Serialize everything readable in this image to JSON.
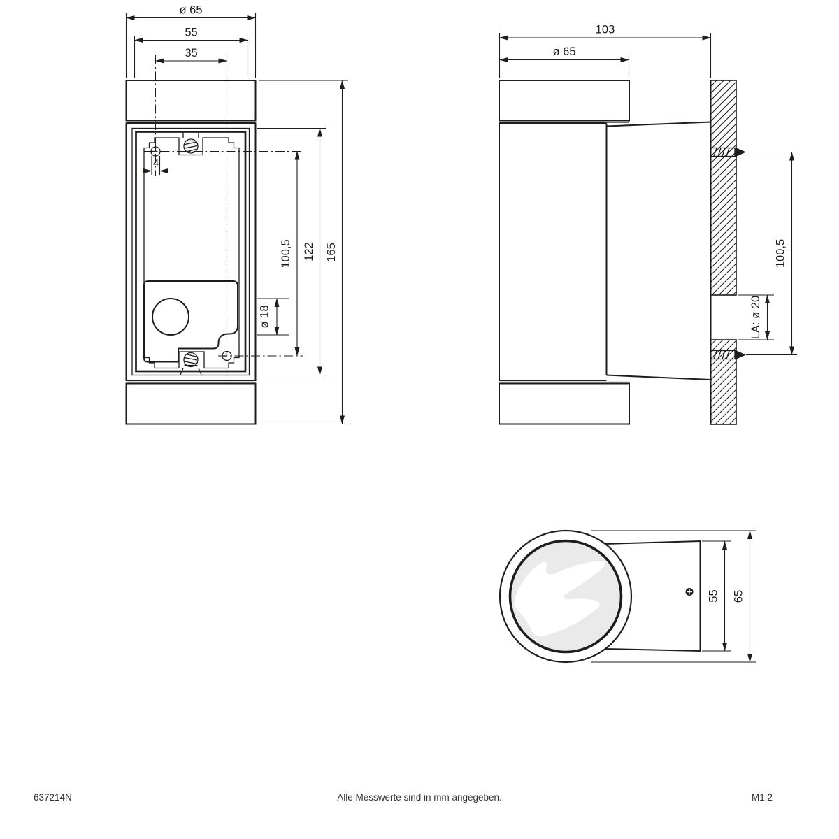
{
  "drawing": {
    "front_view": {
      "dims": {
        "cap_diameter": "ø 65",
        "flange_width": "55",
        "hole_pitch_horizontal": "35",
        "screw_hole_diameter": "4",
        "cable_entry_diameter": "ø 18",
        "mounting_hole_spacing": "100,5",
        "housing_height": "122",
        "overall_height": "165"
      }
    },
    "side_view": {
      "dims": {
        "overall_depth": "103",
        "cap_diameter": "ø 65",
        "mounting_hole_spacing": "100,5",
        "wall_outlet": "LA: ø 20"
      }
    },
    "bottom_view": {
      "dims": {
        "housing_width": "55",
        "overall_diameter": "65"
      }
    },
    "footer": {
      "article_number": "637214N",
      "units_note": "Alle Messwerte sind in mm angegeben.",
      "scale": "M1:2"
    },
    "colors": {
      "line": "#1d1d1b",
      "lens_fill": "#eaeaea",
      "background": "#ffffff"
    }
  }
}
